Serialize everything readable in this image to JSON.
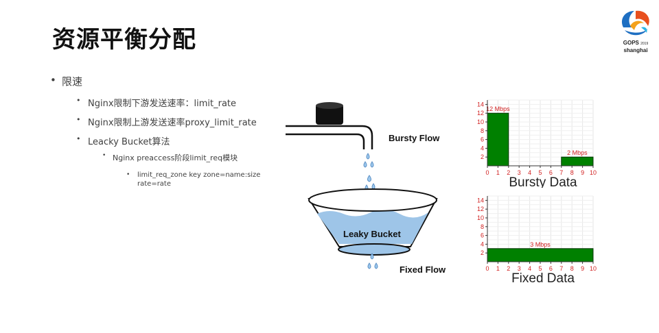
{
  "slide": {
    "title": "资源平衡分配",
    "logo": {
      "name": "GOPS",
      "year": "2019",
      "city": "shanghai"
    }
  },
  "bullets": {
    "level1": "限速",
    "items": [
      "Nginx限制下游发送速率：limit_rate",
      "Nginx限制上游发送速率proxy_limit_rate",
      "Leacky Bucket算法"
    ],
    "sub": "Nginx preaccess阶段limit_req模块",
    "subsub": "limit_req_zone key zone=name:size rate=rate"
  },
  "diagram": {
    "bursty_label": "Bursty Flow",
    "bucket_label": "Leaky Bucket",
    "fixed_label": "Fixed Flow"
  },
  "chart_data": [
    {
      "type": "bar",
      "title": "Bursty Data",
      "x_ticks": [
        "0",
        "1",
        "2",
        "3",
        "4",
        "5",
        "6",
        "7",
        "8",
        "9",
        "10"
      ],
      "y_ticks": [
        "2",
        "4",
        "6",
        "8",
        "10",
        "12",
        "14"
      ],
      "xlim": [
        0,
        10
      ],
      "ylim": [
        0,
        15
      ],
      "grid": true,
      "bars": [
        {
          "x_start": 0,
          "x_end": 2,
          "value": 12,
          "label": "12 Mbps"
        },
        {
          "x_start": 7,
          "x_end": 10,
          "value": 2,
          "label": "2 Mbps"
        }
      ],
      "bar_color": "#008000"
    },
    {
      "type": "bar",
      "title": "Fixed Data",
      "x_ticks": [
        "0",
        "1",
        "2",
        "3",
        "4",
        "5",
        "6",
        "7",
        "8",
        "9",
        "10"
      ],
      "y_ticks": [
        "2",
        "4",
        "6",
        "8",
        "10",
        "12",
        "14"
      ],
      "xlim": [
        0,
        10
      ],
      "ylim": [
        0,
        15
      ],
      "grid": true,
      "bars": [
        {
          "x_start": 0,
          "x_end": 10,
          "value": 3,
          "label": "3 Mbps"
        }
      ],
      "bar_color": "#008000"
    }
  ]
}
